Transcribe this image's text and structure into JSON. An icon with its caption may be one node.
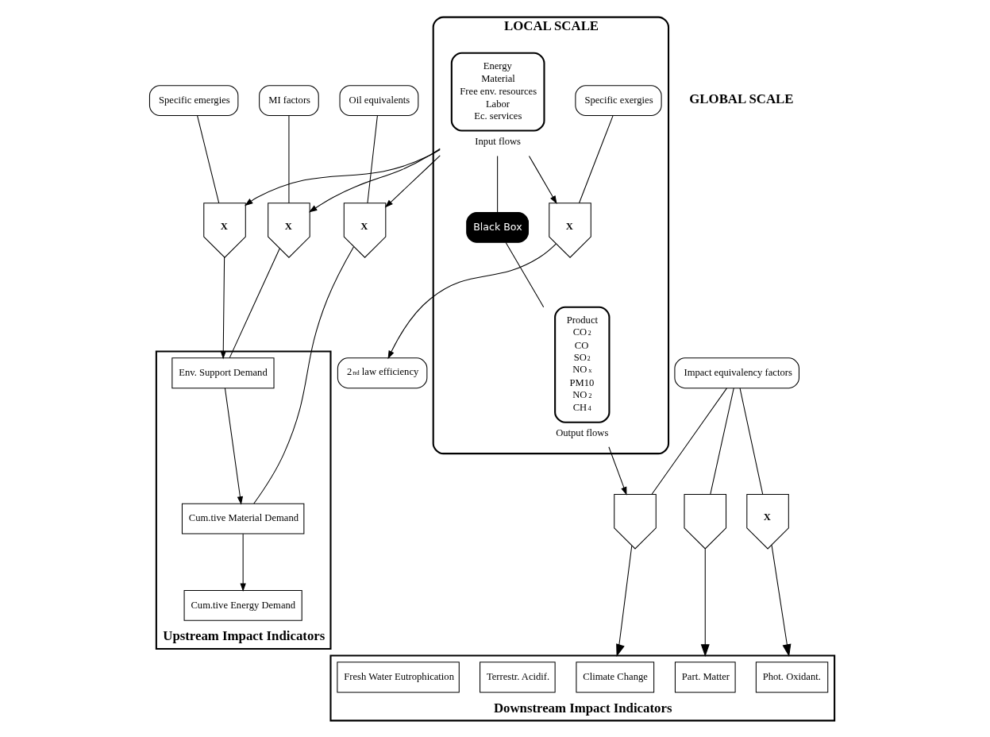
{
  "diagram": {
    "nodes": [
      {
        "text": [
          "Specific emergies"
        ]
      },
      {
        "text": [
          "MI factors"
        ]
      },
      {
        "text": [
          "Oil equivalents"
        ]
      },
      {
        "text": [
          "X"
        ]
      },
      {
        "text": [
          "X"
        ]
      },
      {
        "text": [
          "X"
        ]
      },
      {
        "text": [
          "LOCAL SCALE"
        ]
      },
      {
        "text": [
          "Specific exergies"
        ],
        "in": 6
      },
      {
        "text": [
          "X"
        ],
        "in": 6
      },
      {
        "text": [
          "Energy",
          "Material",
          "Free env. resources",
          "Labor",
          "Ec. services"
        ],
        "beside": [
          "Input flows"
        ],
        "in": 6
      },
      {
        "text": [
          "Black Box"
        ],
        "in": 6
      },
      {
        "text": [
          "Product",
          "CO$_{2}$",
          "CO",
          "SO$_{2}$",
          "NO$_{x}$",
          "PM10",
          "NO$_{2}$",
          "CH$_{4}$"
        ],
        "beside": [
          "Output flows"
        ],
        "in": 6
      },
      {
        "text": [
          "Upstream Impact Indicators"
        ]
      },
      {
        "text": [
          "Env. Support Demand"
        ],
        "in": 12
      },
      {
        "text": [
          "Cum.tive Material Demand"
        ],
        "in": 12
      },
      {
        "text": [
          "Cum.tive Energy Demand"
        ],
        "in": 12
      },
      {
        "text": [
          "2$^{nd}$ law efficiency"
        ]
      },
      {
        "text": [
          "Impact equivalency factors"
        ]
      },
      {
        "text": [],
        "shape": "chevron"
      },
      {
        "text": [],
        "shape": "chevron"
      },
      {
        "text": [
          "X"
        ]
      },
      {
        "text": [
          "Downstream Impact Indicators"
        ]
      },
      {
        "text": [
          "Climate Change"
        ],
        "in": 21
      },
      {
        "text": [
          "Part. Matter"
        ],
        "in": 21
      },
      {
        "text": [
          "Phot. Oxidant."
        ],
        "in": 21
      },
      {
        "text": [
          "Terrestr. Acidif."
        ],
        "in": 21
      },
      {
        "text": [
          "Fresh Water Eutrophication"
        ],
        "in": 21
      }
    ],
    "edges": [
      {
        "from": 0,
        "to": 3,
        "arrow": "none"
      },
      {
        "from": 1,
        "to": 4,
        "arrow": "none"
      },
      {
        "from": 2,
        "to": 5,
        "arrow": "none"
      },
      {
        "from": 3,
        "to": 13,
        "arrow": "to"
      },
      {
        "from": 4,
        "to": 13,
        "arrow": "none"
      },
      {
        "from": 13,
        "to": 14,
        "arrow": "to"
      },
      {
        "from": 5,
        "to": 14,
        "arrow": "none"
      },
      {
        "from": 14,
        "to": 15,
        "arrow": "to"
      },
      {
        "from": 7,
        "to": 8,
        "arrow": "none"
      },
      {
        "from": 8,
        "to": 16,
        "arrow": "to"
      },
      {
        "from": 9,
        "to": 8,
        "arrow": "to"
      },
      {
        "from": 9,
        "to": 3,
        "arrow": "to"
      },
      {
        "from": 9,
        "to": 4,
        "arrow": "to"
      },
      {
        "from": 9,
        "to": 5,
        "arrow": "to"
      },
      {
        "from": 9,
        "to": 10,
        "arrow": "none"
      },
      {
        "from": 10,
        "to": 11,
        "arrow": "none"
      },
      {
        "from": 11,
        "to": 18,
        "arrow": "to"
      },
      {
        "from": 17,
        "to": 18,
        "arrow": "none"
      },
      {
        "from": 17,
        "to": 19,
        "arrow": "none"
      },
      {
        "from": 17,
        "to": 20,
        "arrow": "none"
      },
      {
        "from": 18,
        "to": 21,
        "arrow": "to"
      },
      {
        "from": 19,
        "to": 21,
        "arrow": "to"
      },
      {
        "from": 20,
        "to": 21,
        "arrow": "to"
      }
    ],
    "labels": [
      "GLOBAL SCALE"
    ]
  }
}
